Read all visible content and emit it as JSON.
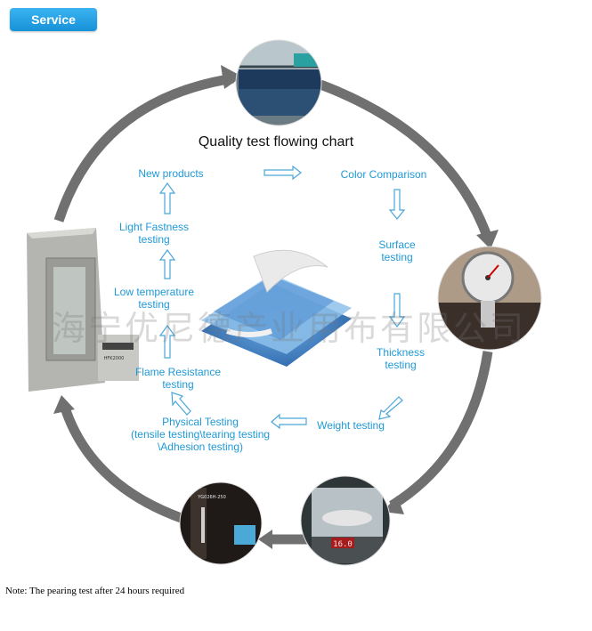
{
  "badge": {
    "label": "Service"
  },
  "chart_title": "Quality test flowing chart",
  "steps": {
    "new_products": "New products",
    "color_comparison": "Color Comparison",
    "surface_testing": [
      "Surface",
      "testing"
    ],
    "thickness_testing": [
      "Thickness",
      "testing"
    ],
    "weight_testing": "Weight testing",
    "physical_testing": [
      "Physical Testing",
      "(tensile testing\\tearing testing",
      "\\Adhesion testing)"
    ],
    "flame_resistance": [
      "Flame Resistance",
      "testing"
    ],
    "low_temperature": [
      "Low temperature",
      "testing"
    ],
    "light_fastness": [
      "Light Fastness",
      "testing"
    ]
  },
  "photos": {
    "machine": "HFK2000",
    "lab_device": "YG026H-250",
    "scale_display": "16.0"
  },
  "watermark": "海宁优尼德产业用布有限公司",
  "note": "Note: The pearing test after 24 hours required",
  "colors": {
    "accent": "#1f99d6",
    "arrow_dark": "#6f6f6f",
    "badge": "#1f9ee3"
  }
}
